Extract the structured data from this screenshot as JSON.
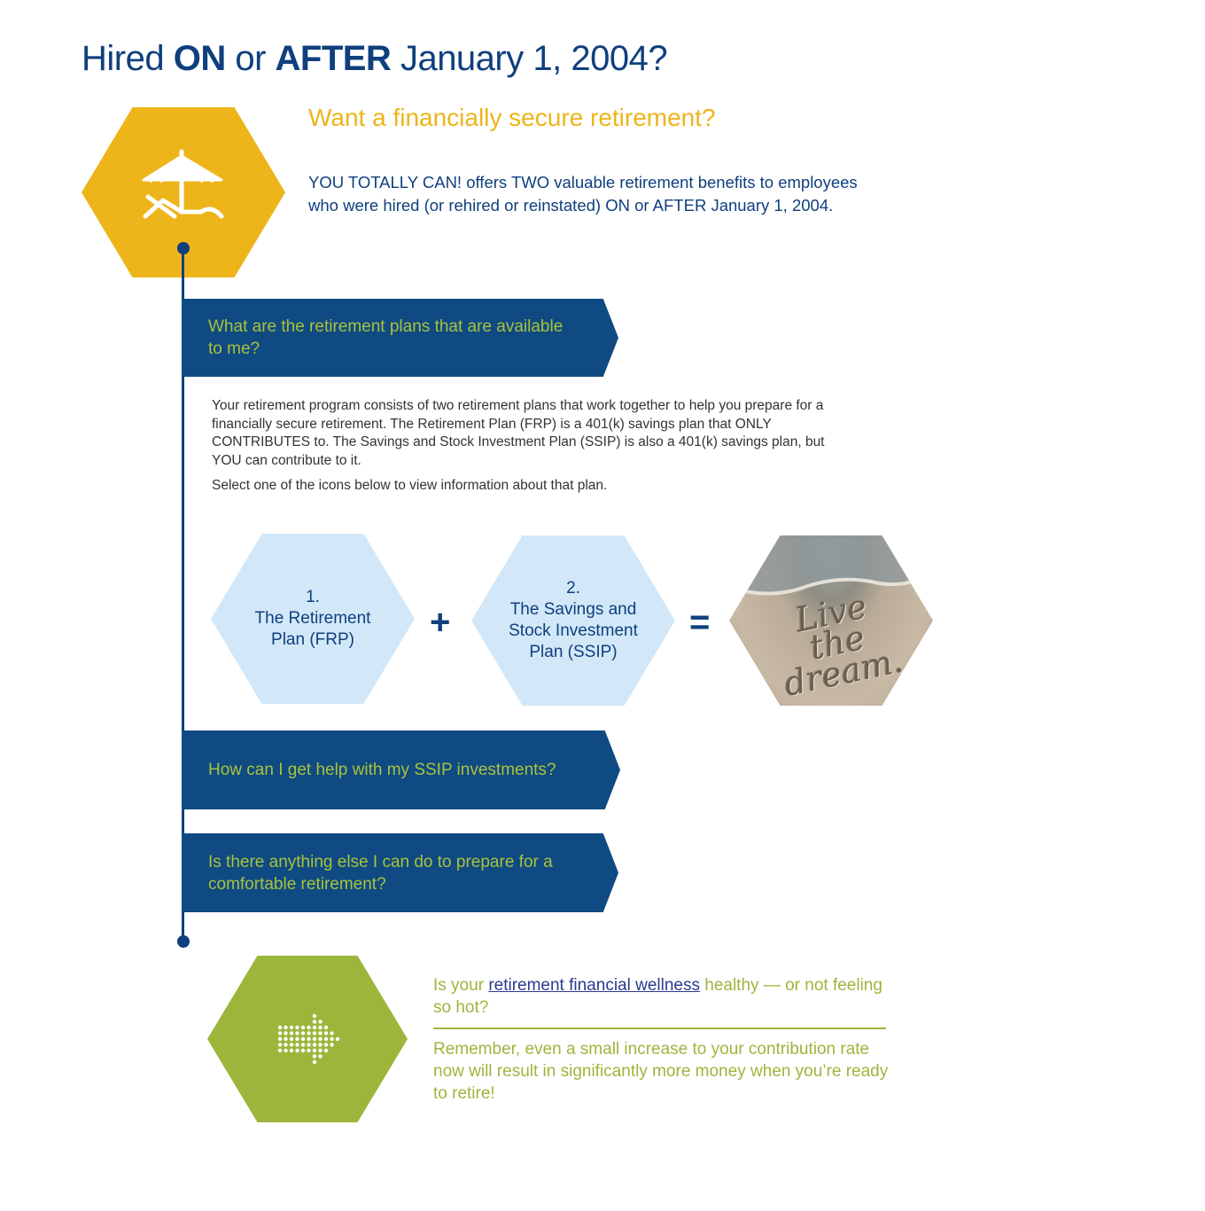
{
  "page": {
    "title_prefix": "Hired ",
    "title_on": "ON",
    "title_or": " or ",
    "title_after": "AFTER",
    "title_suffix": " January 1, 2004?"
  },
  "intro": {
    "heading": "Want a financially secure retirement?",
    "text": "YOU TOTALLY CAN! offers TWO valuable retirement benefits to employees who were hired (or rehired or reinstated) ON or AFTER January 1, 2004."
  },
  "banners": {
    "plans_question": "What are the retirement plans that are available to me?",
    "ssip_help": "How can I get help with my SSIP investments?",
    "anything_else": "Is there anything else I can do to prepare for a comfortable retirement?"
  },
  "program": {
    "paragraph": "Your  retirement program consists of two retirement plans that work together to help you prepare for a financially secure retirement. The Retirement Plan (FRP) is a 401(k) savings plan that ONLY  CONTRIBUTES to. The Savings and Stock Investment Plan (SSIP) is also a 401(k) savings plan, but YOU  can contribute to it.",
    "instruction": "Select one of the icons below to view information about that plan."
  },
  "plans": {
    "frp_number": "1.",
    "frp_line1": "The Retirement",
    "frp_line2": "Plan (FRP)",
    "plus": "+",
    "ssip_number": "2.",
    "ssip_line1": "The Savings and",
    "ssip_line2": "Stock Investment",
    "ssip_line3": "Plan (SSIP)",
    "equals": "=",
    "dream_line1": "Live",
    "dream_line2": "the",
    "dream_line3": "dream."
  },
  "wellness": {
    "q_prefix": "Is your ",
    "q_link": "retirement financial wellness",
    "q_suffix": " healthy — or not feeling so hot?",
    "tip": "Remember, even  a small increase to your contribution rate now will result in significantly more money when you’re ready to retire!"
  },
  "icons": {
    "yellow_hex": "beach-umbrella-lounge-chair-icon",
    "green_hex": "dotted-arrow-right-icon"
  },
  "colors": {
    "navy": "#0f3f7d",
    "banner_blue": "#0f4a82",
    "gold": "#edb51a",
    "green": "#9cb63c",
    "light_blue": "#d2e8f8"
  }
}
